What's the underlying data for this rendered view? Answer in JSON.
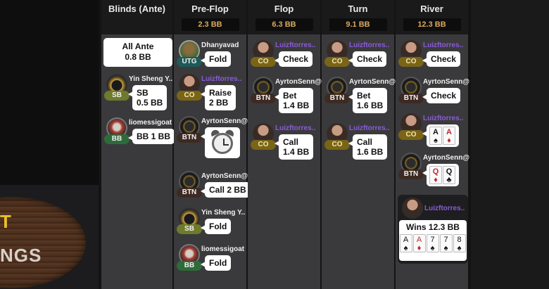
{
  "background": {
    "promo_text_line1": "T",
    "promo_text_line2": "NGS"
  },
  "columns": [
    {
      "title": "Blinds (Ante)",
      "pot": "",
      "ante": {
        "line1": "All Ante",
        "line2": "0.8 BB"
      },
      "entries": [
        {
          "name": "Yin Sheng Y..",
          "position": "SB",
          "avatar": "ring",
          "action_line1": "SB",
          "action_line2": "0.5 BB"
        },
        {
          "name": "liomessigoat",
          "position": "BB",
          "avatar": "clown",
          "action_line1": "BB 1 BB",
          "action_line2": ""
        }
      ]
    },
    {
      "title": "Pre-Flop",
      "pot": "2.3 BB",
      "entries": [
        {
          "name": "Dhanyavad",
          "position": "UTG",
          "avatar": "landscape",
          "action_line1": "Fold",
          "action_line2": ""
        },
        {
          "name": "Luizftorres..",
          "position": "CO",
          "avatar": "face",
          "hero": true,
          "action_line1": "Raise",
          "action_line2": "2 BB"
        },
        {
          "name": "AyrtonSenn@",
          "position": "BTN",
          "avatar": "helmet",
          "action": "timer-clock"
        },
        {
          "name": "AyrtonSenn@",
          "position": "BTN",
          "avatar": "helmet",
          "action_line1": "Call 2 BB",
          "action_line2": ""
        },
        {
          "name": "Yin Sheng Y..",
          "position": "SB",
          "avatar": "ring",
          "action_line1": "Fold",
          "action_line2": ""
        },
        {
          "name": "liomessigoat",
          "position": "BB",
          "avatar": "clown",
          "action_line1": "Fold",
          "action_line2": ""
        }
      ]
    },
    {
      "title": "Flop",
      "pot": "6.3 BB",
      "entries": [
        {
          "name": "Luizftorres..",
          "position": "CO",
          "avatar": "face",
          "hero": true,
          "action_line1": "Check",
          "action_line2": ""
        },
        {
          "name": "AyrtonSenn@",
          "position": "BTN",
          "avatar": "helmet",
          "action_line1": "Bet",
          "action_line2": "1.4 BB"
        },
        {
          "name": "Luizftorres..",
          "position": "CO",
          "avatar": "face",
          "hero": true,
          "action_line1": "Call",
          "action_line2": "1.4 BB"
        }
      ]
    },
    {
      "title": "Turn",
      "pot": "9.1 BB",
      "entries": [
        {
          "name": "Luizftorres..",
          "position": "CO",
          "avatar": "face",
          "hero": true,
          "action_line1": "Check",
          "action_line2": ""
        },
        {
          "name": "AyrtonSenn@",
          "position": "BTN",
          "avatar": "helmet",
          "action_line1": "Bet",
          "action_line2": "1.6 BB"
        },
        {
          "name": "Luizftorres..",
          "position": "CO",
          "avatar": "face",
          "hero": true,
          "action_line1": "Call",
          "action_line2": "1.6 BB"
        }
      ]
    },
    {
      "title": "River",
      "pot": "12.3 BB",
      "entries": [
        {
          "name": "Luizftorres..",
          "position": "CO",
          "avatar": "face",
          "hero": true,
          "action_line1": "Check",
          "action_line2": ""
        },
        {
          "name": "AyrtonSenn@",
          "position": "BTN",
          "avatar": "helmet",
          "action_line1": "Check",
          "action_line2": ""
        },
        {
          "name": "Luizftorres..",
          "position": "CO",
          "avatar": "face",
          "hero": true,
          "showdown": [
            {
              "rank": "A",
              "suit": "♠"
            },
            {
              "rank": "A",
              "suit": "♦"
            }
          ]
        },
        {
          "name": "AyrtonSenn@",
          "position": "BTN",
          "avatar": "helmet",
          "showdown": [
            {
              "rank": "Q",
              "suit": "♦"
            },
            {
              "rank": "Q",
              "suit": "♣"
            }
          ]
        }
      ],
      "winner": {
        "name": "Luizftorres..",
        "label": "Wins 12.3 BB",
        "cards": [
          {
            "rank": "A",
            "suit": "♠"
          },
          {
            "rank": "A",
            "suit": "♦"
          },
          {
            "rank": "7",
            "suit": "♠"
          },
          {
            "rank": "7",
            "suit": "♠"
          },
          {
            "rank": "8",
            "suit": "♠"
          }
        ]
      }
    }
  ],
  "colors": {
    "pot_text": "#d9a95c",
    "hero_name": "#8a5bd6",
    "panel_bg": "#3a3a3d",
    "header_bg": "#1a1a1b"
  }
}
